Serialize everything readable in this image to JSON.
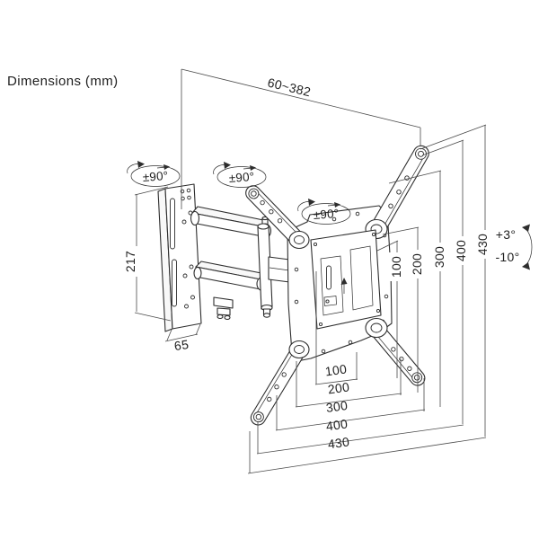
{
  "title": "Dimensions (mm)",
  "labels": {
    "arm_extension": "60~382",
    "wall_plate_height": "217",
    "wall_plate_width": "65",
    "tilt_up": "+3°",
    "tilt_down": "-10°"
  },
  "rotation_labels": [
    "±90°",
    "±90°",
    "±90°"
  ],
  "dims": {
    "vertical": [
      "100",
      "200",
      "300",
      "400",
      "430"
    ],
    "horizontal": [
      "100",
      "200",
      "300",
      "400",
      "430"
    ]
  },
  "colors": {
    "background": "#ffffff",
    "part_line": "#2d2d2d",
    "dim_line": "#4a4a4a",
    "text": "#1f1f1f"
  }
}
